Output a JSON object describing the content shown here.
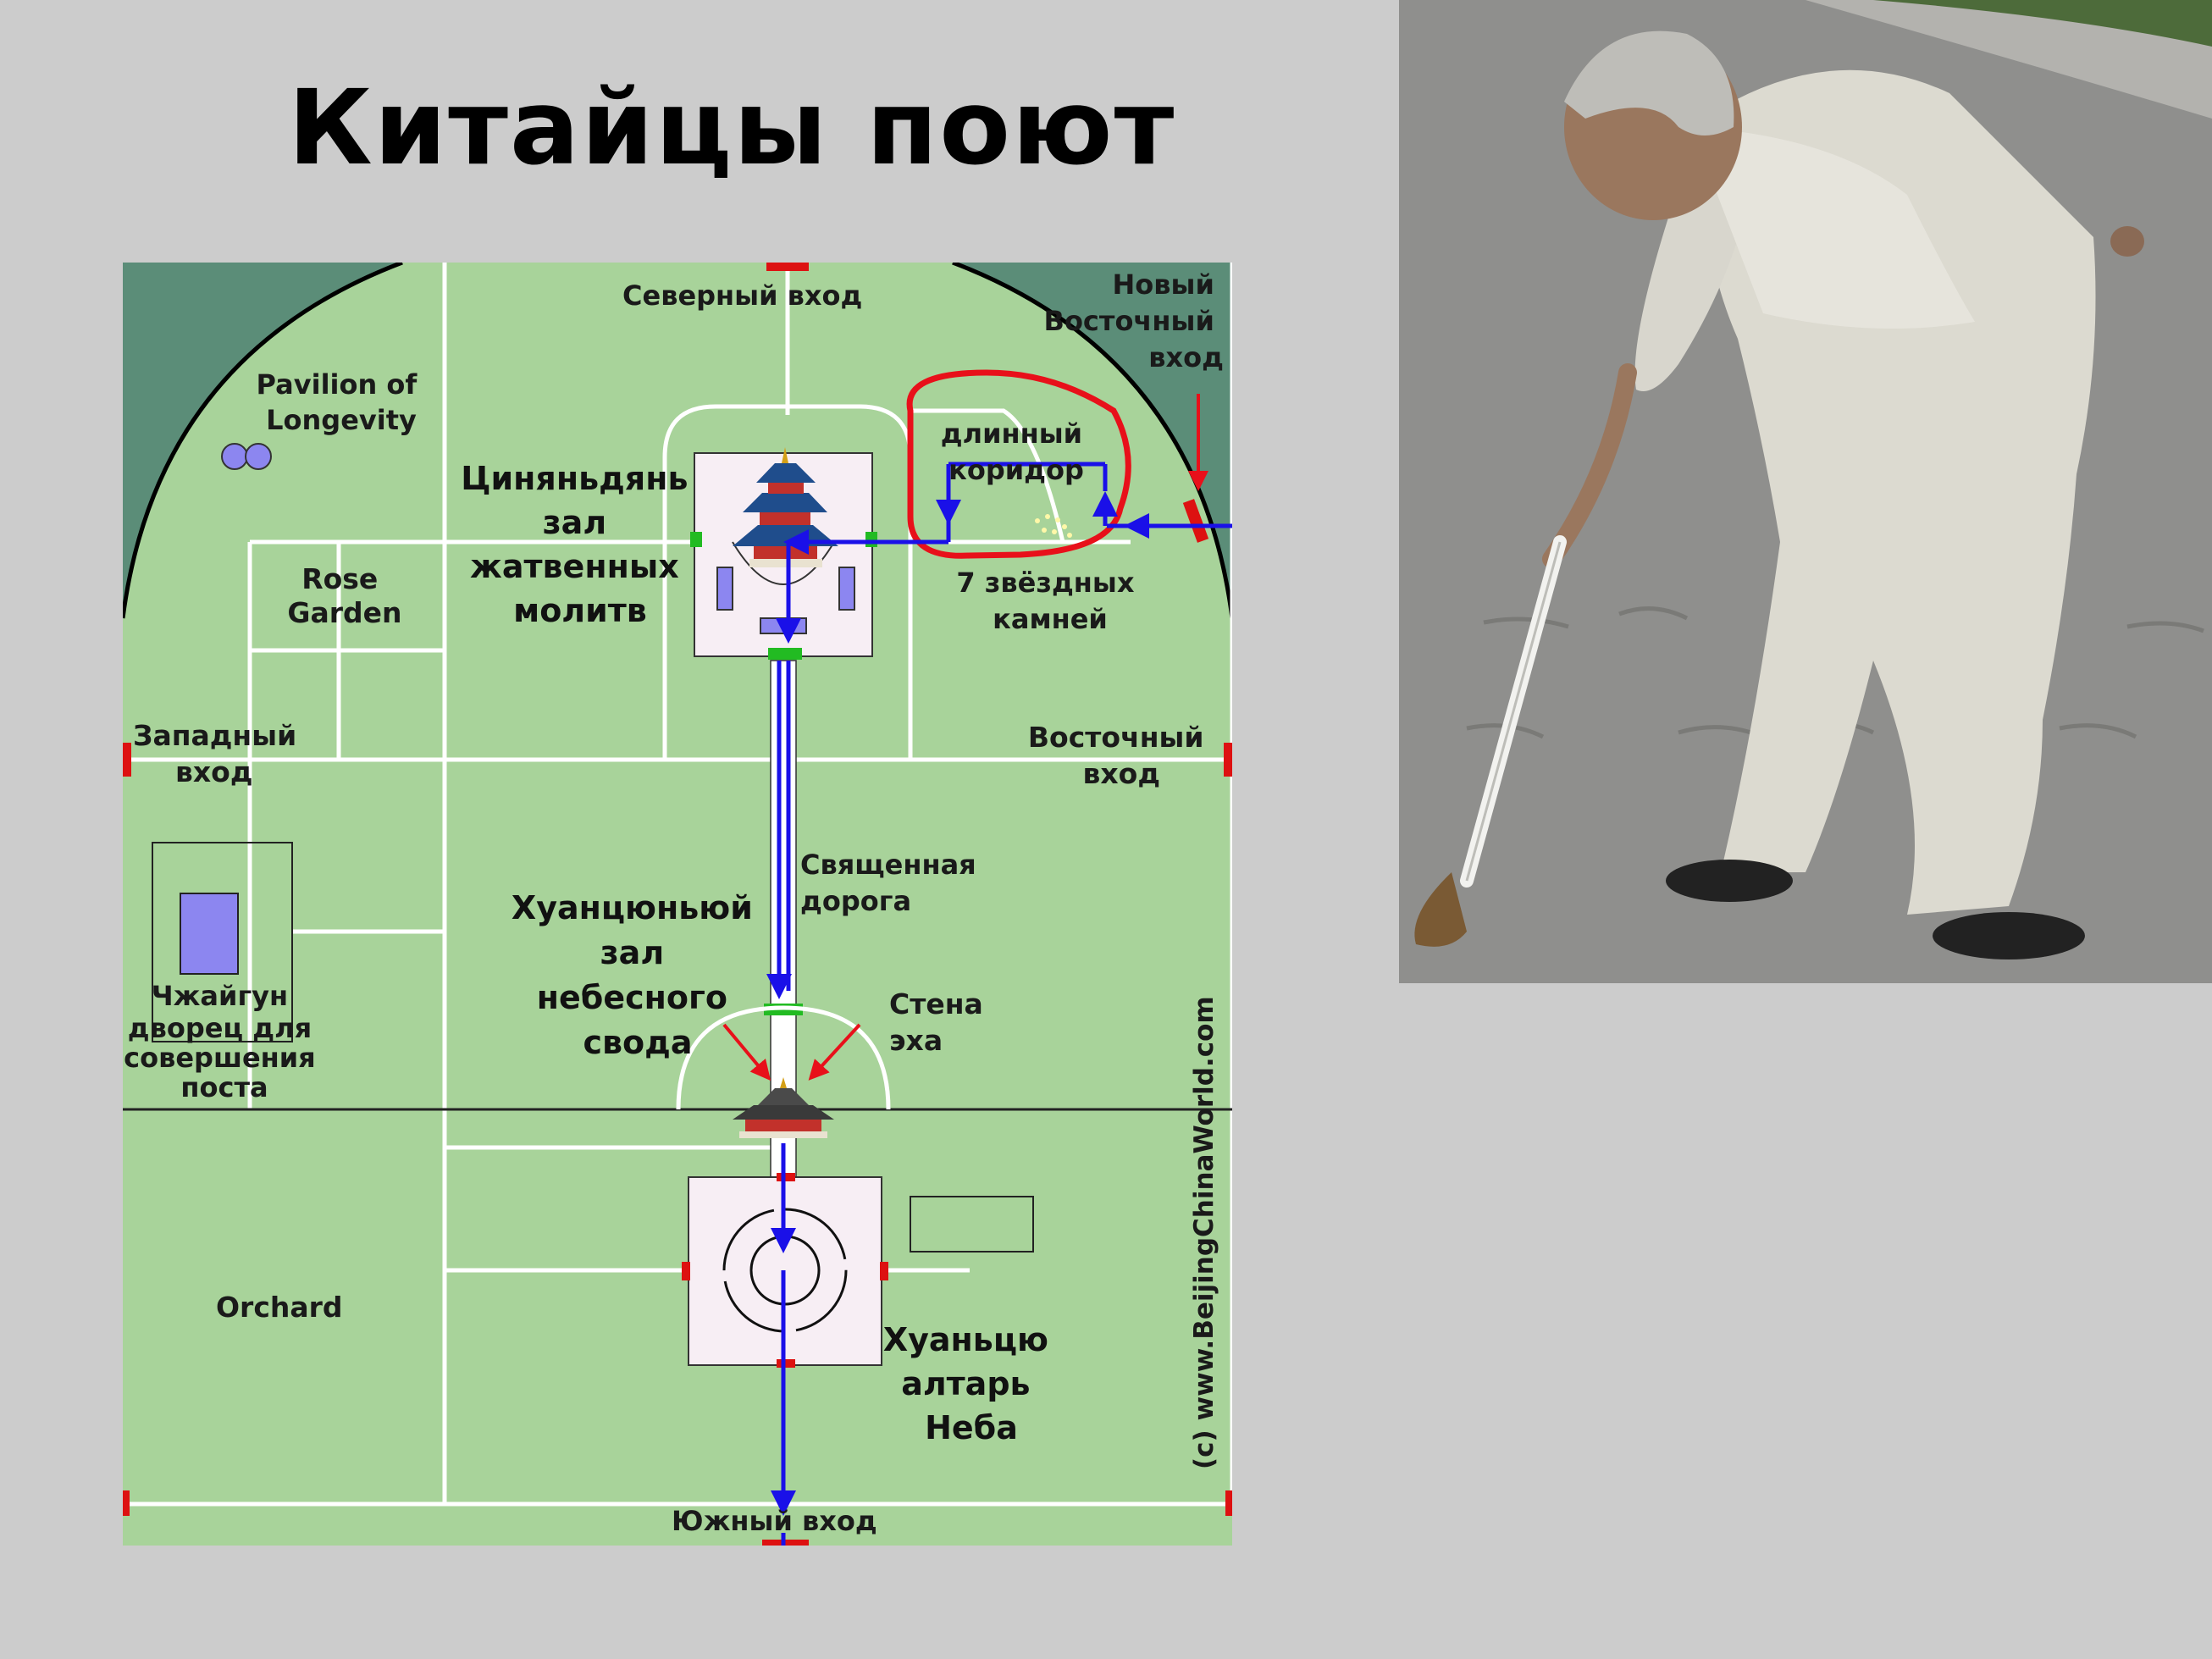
{
  "slide": {
    "title": "Китайцы поют"
  },
  "map": {
    "gates": {
      "north": "Северный вход",
      "new_east": [
        "Новый",
        "Восточный",
        "вход"
      ],
      "west": [
        "Западный",
        "вход"
      ],
      "east": [
        "Восточный",
        "вход"
      ],
      "south": "Южный вход"
    },
    "places": {
      "pavilion": [
        "Pavilion of",
        "Longevity"
      ],
      "rose_garden": [
        "Rose",
        "Garden"
      ],
      "orchard": "Orchard",
      "corridor": [
        "длинный",
        "коридор"
      ],
      "stones": [
        "7 звёздных",
        "камней"
      ],
      "hall_prayer": [
        "Циняньдянь",
        "зал",
        "жатвенных",
        "молитв"
      ],
      "sacred_road": [
        "Священная",
        "дорога"
      ],
      "vault_hall": [
        "Хуанцюньюй",
        "зал",
        "небесного",
        "свода"
      ],
      "echo_wall": [
        "Стена",
        "эха"
      ],
      "fasting_palace": [
        "Чжайгун",
        "дворец для",
        "совершения",
        "поста"
      ],
      "altar": [
        "Хуаньцю",
        "алтарь",
        "Неба"
      ]
    },
    "copyright": "(c) www.BeijingChinaWorld.com",
    "colors": {
      "park_green": "#a8d39a",
      "dark_green": "#5b8d78",
      "route_blue": "#1a10e8",
      "highlight_red": "#e8101a",
      "gate_red": "#dd1111",
      "marker_green": "#22bb22"
    }
  },
  "photo": {
    "subject": "old-man-water-calligraphy-photo"
  }
}
